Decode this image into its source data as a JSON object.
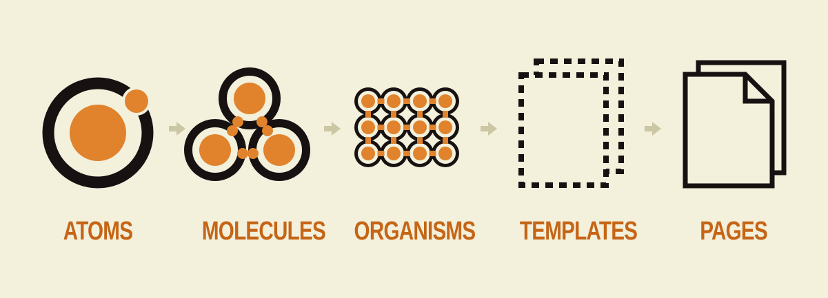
{
  "colors": {
    "background": "#f3f0dc",
    "ink": "#171211",
    "accent": "#e0832c",
    "label": "#c56515",
    "arrow": "#cbc7a4"
  },
  "stages": [
    {
      "label": "ATOMS",
      "icon": "atom-icon"
    },
    {
      "label": "MOLECULES",
      "icon": "molecule-icon"
    },
    {
      "label": "ORGANISMS",
      "icon": "organism-icon"
    },
    {
      "label": "TEMPLATES",
      "icon": "template-icon"
    },
    {
      "label": "PAGES",
      "icon": "pages-icon"
    }
  ],
  "connector_icon": "arrow-right-icon"
}
